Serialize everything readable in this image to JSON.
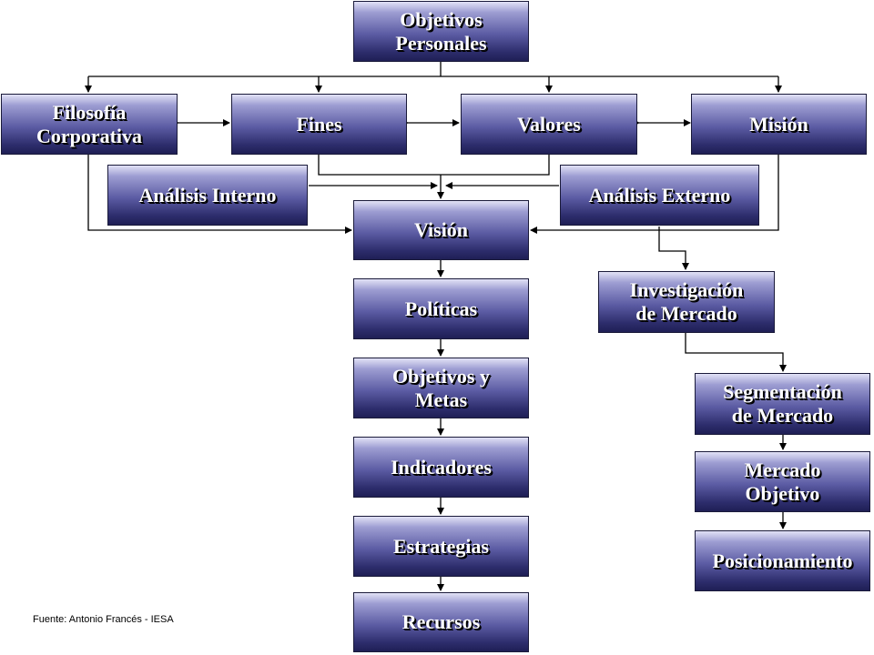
{
  "nodes": {
    "objetivos_personales": "Objetivos\nPersonales",
    "filosofia": "Filosofía\nCorporativa",
    "fines": "Fines",
    "valores": "Valores",
    "mision": "Misión",
    "analisis_interno": "Análisis Interno",
    "analisis_externo": "Análisis Externo",
    "vision": "Visión",
    "politicas": "Políticas",
    "objetivos_metas": "Objetivos y\nMetas",
    "indicadores": "Indicadores",
    "estrategias": "Estrategias",
    "recursos": "Recursos",
    "investigacion": "Investigación\nde Mercado",
    "segmentacion": "Segmentación\nde Mercado",
    "mercado_objetivo": "Mercado\nObjetivo",
    "posicionamiento": "Posicionamiento"
  },
  "footer": "Fuente: Antonio Francés - IESA",
  "colors": {
    "box_top": "#9d9dd2",
    "box_bottom": "#1f1f55",
    "connector": "#000000"
  }
}
